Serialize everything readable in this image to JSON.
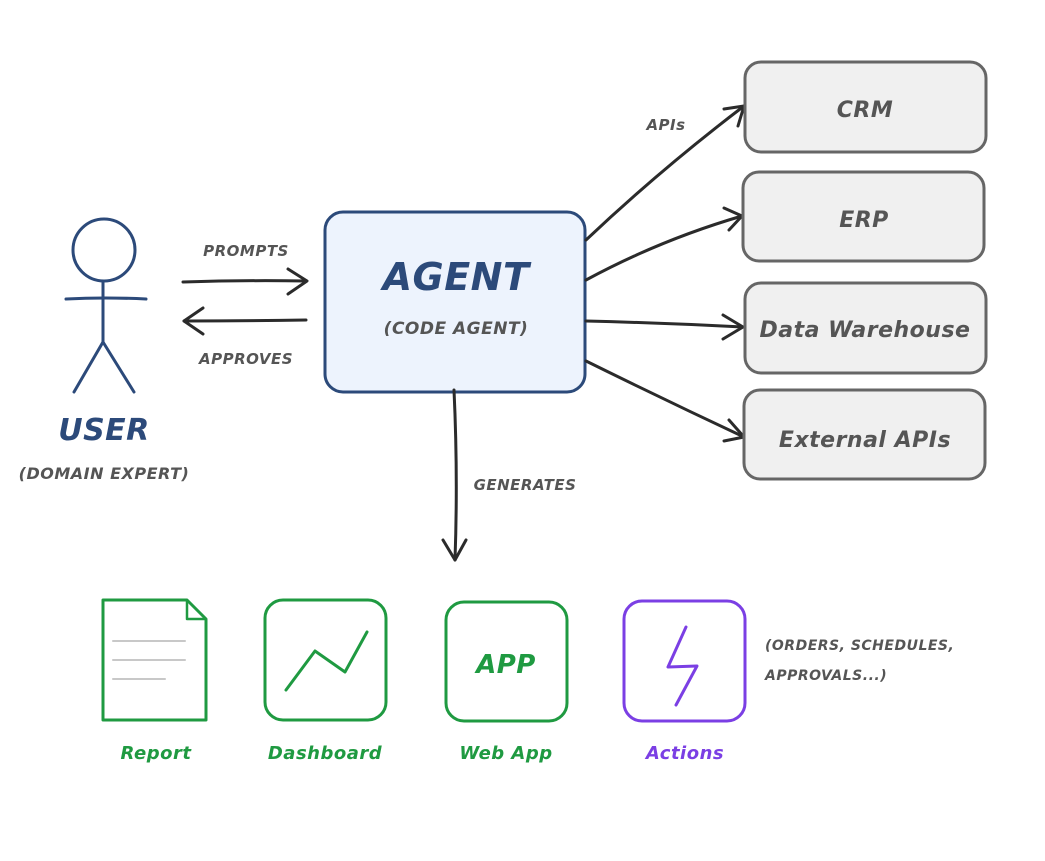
{
  "user": {
    "title": "USER",
    "subtitle": "(domain expert)"
  },
  "agent": {
    "title": "AGENT",
    "subtitle": "(code agent)"
  },
  "edges": {
    "prompts": "prompts",
    "approves": "approves",
    "apis": "APIs",
    "generates": "generates"
  },
  "systems": [
    {
      "label": "CRM"
    },
    {
      "label": "ERP"
    },
    {
      "label": "Data Warehouse"
    },
    {
      "label": "External APIs"
    }
  ],
  "outputs": [
    {
      "label": "Report",
      "icon": "document-icon"
    },
    {
      "label": "Dashboard",
      "icon": "line-chart-icon"
    },
    {
      "label": "Web App",
      "icon": "app-icon",
      "icon_text": "APP"
    },
    {
      "label": "Actions",
      "icon": "lightning-bolt-icon"
    }
  ],
  "actions_note": {
    "line1": "(orders, schedules,",
    "line2": "approvals...)"
  },
  "colors": {
    "navy": "#2c4a7a",
    "agent_fill": "#edf3fd",
    "system_fill": "#f0f0f0",
    "system_stroke": "#666666",
    "green": "#1f9a41",
    "purple": "#7b3fe4",
    "arrow": "#2b2b2b",
    "gray_text": "#555555"
  }
}
